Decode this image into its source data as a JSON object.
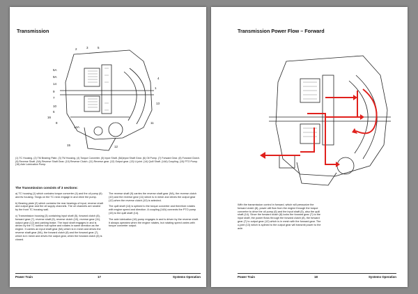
{
  "left_page": {
    "title": "Transmission",
    "caption": "(1) TC Housing. (2) TM Bearing Plate. (3) TM Housing. (4) Torque Converter. (5) Input Shaft. (5A)Input Shaft Gear. (6) Oil Pump. (7) Forward Gear. (8) Forward Clutch. (9) Reverse Shaft. (9A) Reverse Shaft Gear. (10) Reverse Clutch. (11) Reverse gear. (12) Output gear. (13) U-joint. (14) Quill Shaft. (14A) Coupling. (15) PTO Pump. (16) Axle Lubrication Pump.",
    "section_heading": "The Transmission consists of 3 sections:",
    "col1": [
      "a) TC housing (1) which contains torque converter (4) and the oil pump (6) and its housing. Tangs on the TC neck engage in and drive the pump.",
      "b) Bearing plate (2) which contains the rear bearings of input, reverse shaft and output gear and the oil supply channels. The oil channels are sealed by the front TC housing wall.",
      "c) Transmission housing (3) containing input shaft (5), forward clutch (8), forward gear (7), reverse shaft (9), reverse clutch (10), reverse gear (11), output gear (12) and parking brake. The input shaft engages in and is driven by the TC turbine hub spline and rotates in same direction as the engine. It carries an input shaft gear (5A) which is in mesh and drives the reverse shaft gear (9A), the forward clutch (8) and the forward gear (7), which is in mesh and drives the output gear, when the forward clutch (8) is closed."
    ],
    "col2": [
      "The reverse shaft (9) carries the reverse shaft gear (9A), the reverse clutch (10) and the reverse gear (11) which is in mesh and drives the output gear (12) when the reverse clutch (10) is selected.",
      "The quill shaft (14) is splined to the torque converter and therefore rotates with engine speed and direction. A coupling (14A) connects the PTO pump (15) to the quill shaft (14).",
      "The axle lubrication (16) pump engages in and is driven by the reverse shaft. It always operates when the engine rotates, but rotating speed varies with torque converter output."
    ],
    "footer": {
      "left": "Power Train",
      "center": "17",
      "right": "Systems Operation"
    }
  },
  "right_page": {
    "title": "Transmission Power Flow – Forward",
    "body": "With the transmission control in forward, which will pressurize the forward clutch (8), power will flow from the engine through the torque converter to drive the oil pump (6) and the input shaft (5), also the quill shaft (14). Since the forward clutch (8) locks the forward gear (7) to the input shaft, the power flows through the forward clutch (8), the forward gear (7) to output gear (12) which is in mesh with the forward gear. The u-joint (13) which is splined to the output gear will transmit power to the axle.",
    "footer": {
      "left": "Power Train",
      "center": "18",
      "right": "Systems Operation"
    }
  },
  "figure_labels": [
    "2",
    "3",
    "5",
    "5A",
    "9A",
    "14",
    "9",
    "7",
    "10",
    "6",
    "16",
    "8",
    "14A",
    "15",
    "12",
    "11",
    "13",
    "1",
    "4"
  ],
  "colors": {
    "flow_red": "#e0201c",
    "line": "#222222",
    "page_bg": "#ffffff",
    "spread_bg": "#8a8a8a"
  }
}
